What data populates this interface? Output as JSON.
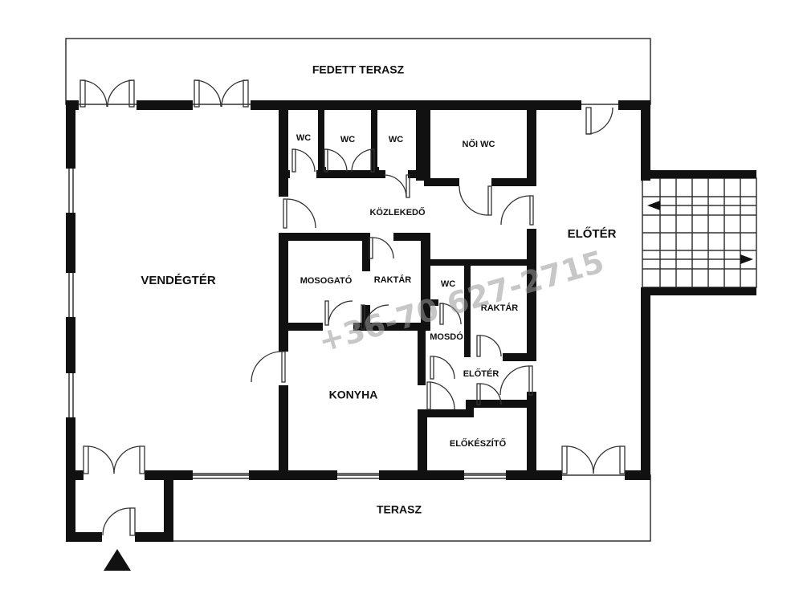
{
  "rooms": {
    "fedett_terasz": "FEDETT TERASZ",
    "vendegter": "VENDÉGTÉR",
    "wc1": "WC",
    "wc2": "WC",
    "wc3": "WC",
    "noi_wc": "NŐI WC",
    "kozlekedo": "KÖZLEKEDŐ",
    "eloter_main": "ELŐTÉR",
    "mosogato": "MOSOGATÓ",
    "raktar1": "RAKTÁR",
    "wc4": "WC",
    "raktar2": "RAKTÁR",
    "mosdo": "MOSDÓ",
    "eloter_small": "ELŐTÉR",
    "konyha": "KONYHA",
    "elokeszito": "ELŐKÉSZÍTŐ",
    "terasz": "TERASZ"
  },
  "watermark": "+36-70 627-2715",
  "colors": {
    "wall": "#111111",
    "thin": "#333333",
    "watermark": "#9a9a9a"
  }
}
